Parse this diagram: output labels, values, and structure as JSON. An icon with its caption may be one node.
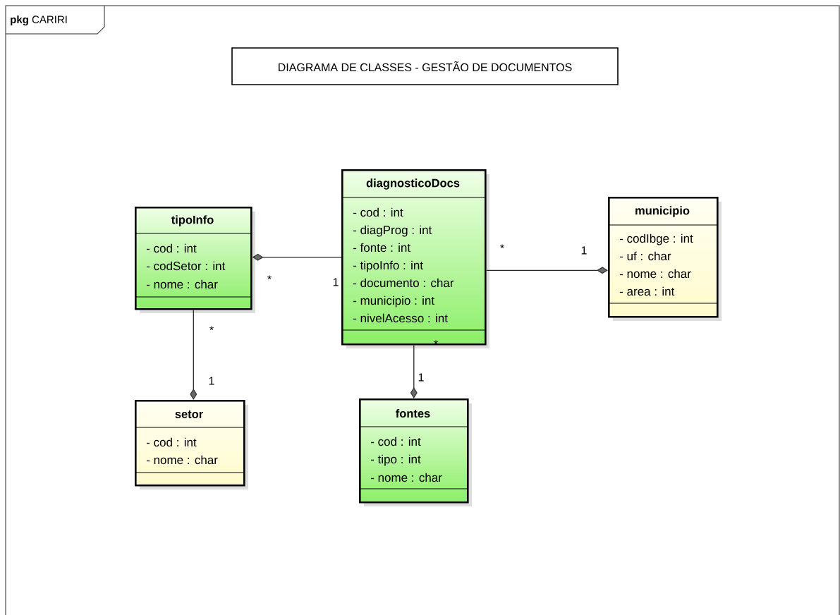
{
  "diagram": {
    "nodes": [
      {
        "text": [
          "**pkg** CARIRI"
        ]
      },
      {
        "text": [
          "DIAGRAMA DE CLASSES - GESTÃO DE DOCUMENTOS"
        ],
        "in": 0
      },
      {
        "text": [
          "tipoInfo",
          "- cod : int",
          "- codSetor : int",
          "- nome : char"
        ],
        "in": 0
      },
      {
        "text": [
          "diagnosticoDocs",
          "- cod : int",
          "- diagProg : int",
          "- fonte : int",
          "- tipoInfo : int",
          "- documento : char",
          "- municipio : int",
          "- nivelAcesso : int"
        ],
        "in": 0
      },
      {
        "text": [
          "municipio",
          "- codIbge : int",
          "- uf : char",
          "- nome : char",
          "- area : int"
        ],
        "in": 0
      },
      {
        "text": [
          "setor",
          "- cod : int",
          "- nome : char"
        ],
        "in": 0
      },
      {
        "text": [
          "fontes",
          "- cod : int",
          "- tipo : int",
          "- nome : char"
        ],
        "in": 0
      }
    ],
    "edges": [
      {
        "from": 3,
        "to": 2,
        "arrow": "other"
      },
      {
        "from": 3,
        "to": 4,
        "arrow": "other"
      },
      {
        "from": 2,
        "to": 5,
        "arrow": "other"
      },
      {
        "from": 3,
        "to": 6,
        "arrow": "other"
      }
    ],
    "labels": [
      "*",
      "1",
      "*",
      "1",
      "*",
      "*",
      "1",
      "1"
    ]
  }
}
